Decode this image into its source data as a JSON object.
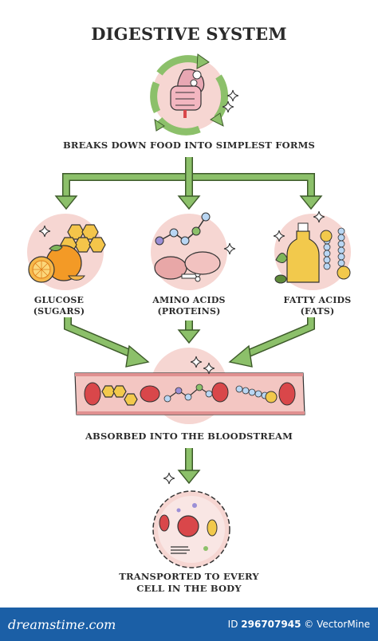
{
  "title": "DIGESTIVE SYSTEM",
  "steps": {
    "breakdown": "BREAKS DOWN FOOD INTO SIMPLEST FORMS",
    "absorbed": "ABSORBED INTO THE BLOODSTREAM",
    "transported_line1": "TRANSPORTED TO EVERY",
    "transported_line2": "CELL IN THE BODY"
  },
  "nutrients": [
    {
      "line1": "GLUCOSE",
      "line2": "(SUGARS)",
      "icon": "orange-honeycomb-icon"
    },
    {
      "line1": "AMINO ACIDS",
      "line2": "(PROTEINS)",
      "icon": "meat-molecule-icon"
    },
    {
      "line1": "FATTY ACIDS",
      "line2": "(FATS)",
      "icon": "oil-bottle-icon"
    }
  ],
  "footer": {
    "brand": "dreamstime.com",
    "id_label": "ID",
    "id_value": "296707945",
    "credit": "© VectorMine"
  },
  "colors": {
    "arrow_green": "#8cc06a",
    "arrow_outline": "#3d5a2a",
    "pink_circle": "#f6d6d2",
    "blood_cell": "#d9474a",
    "footer_bg": "#1b5fa6"
  }
}
